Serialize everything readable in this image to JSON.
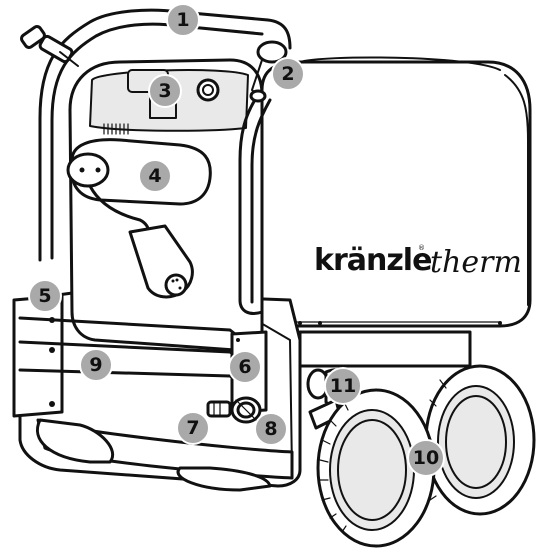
{
  "brand": {
    "name": "kränzle",
    "registered_mark": "®",
    "suffix": "therm"
  },
  "callouts": [
    {
      "label": "1"
    },
    {
      "label": "2"
    },
    {
      "label": "3"
    },
    {
      "label": "4"
    },
    {
      "label": "5"
    },
    {
      "label": "6"
    },
    {
      "label": "7"
    },
    {
      "label": "8"
    },
    {
      "label": "9"
    },
    {
      "label": "10"
    },
    {
      "label": "11"
    }
  ],
  "colors": {
    "callout_fill": "#a9a9a9",
    "line": "#111111",
    "background": "#ffffff"
  }
}
